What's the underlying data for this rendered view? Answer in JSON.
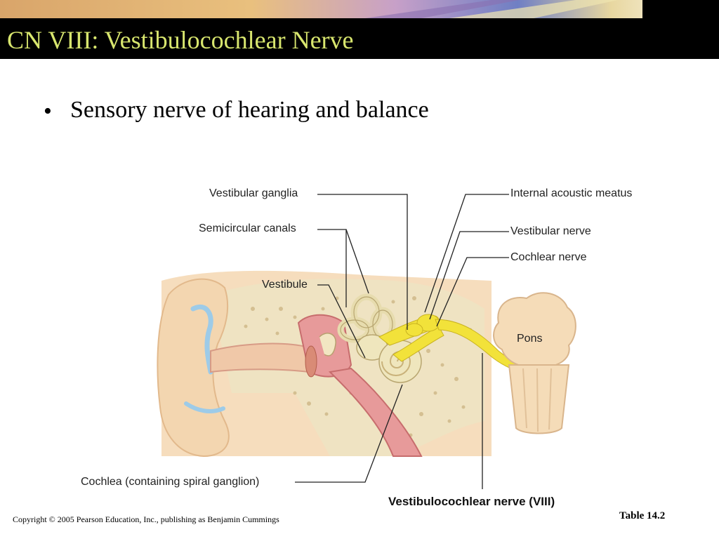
{
  "slide": {
    "title": "CN VIII: Vestibulocochlear Nerve",
    "bullet": "Sensory nerve of hearing and balance",
    "copyright": "Copyright © 2005 Pearson Education, Inc., publishing as Benjamin Cummings",
    "table_ref": "Table 14.2"
  },
  "figure": {
    "labels": {
      "vestibular_ganglia": "Vestibular ganglia",
      "semicircular_canals": "Semicircular canals",
      "vestibule": "Vestibule",
      "internal_acoustic_meatus": "Internal acoustic meatus",
      "vestibular_nerve": "Vestibular nerve",
      "cochlear_nerve": "Cochlear nerve",
      "pons": "Pons",
      "cochlea": "Cochlea (containing spiral ganglion)",
      "vestibulocochlear_nerve": "Vestibulocochlear nerve (VIII)"
    }
  },
  "colors": {
    "title_text": "#d8e66e",
    "title_bar": "#000000",
    "nerve": "#f2e23a",
    "skin": "#f5d9b8",
    "bone": "#efe3c2"
  }
}
